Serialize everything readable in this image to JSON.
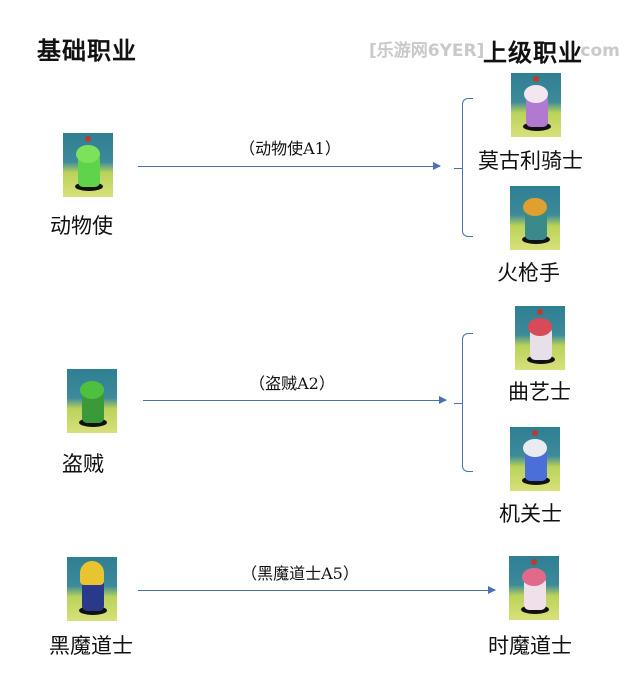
{
  "headers": {
    "basic": "基础职业",
    "advanced": "上级职业"
  },
  "watermark": "[乐游网6YER]",
  "watermark_suffix": "com",
  "groups": [
    {
      "base": {
        "name": "动物使",
        "sprite_color": "#5fd44a"
      },
      "arrow_label": "（动物使A1）",
      "targets": [
        {
          "name": "莫古利骑士",
          "sprite_color": "#d9a4e0"
        },
        {
          "name": "火枪手",
          "sprite_color": "#e0a030"
        }
      ]
    },
    {
      "base": {
        "name": "盗贼",
        "sprite_color": "#4fbf3f"
      },
      "arrow_label": "（盗贼A2）",
      "targets": [
        {
          "name": "曲艺士",
          "sprite_color": "#d84a5a"
        },
        {
          "name": "机关士",
          "sprite_color": "#4a6fd8"
        }
      ]
    },
    {
      "base": {
        "name": "黑魔道士",
        "sprite_color": "#e8c530"
      },
      "arrow_label": "（黑魔道士A5）",
      "targets": [
        {
          "name": "时魔道士",
          "sprite_color": "#e06a8a"
        }
      ]
    }
  ],
  "arrow_color": "#4a6fb5"
}
